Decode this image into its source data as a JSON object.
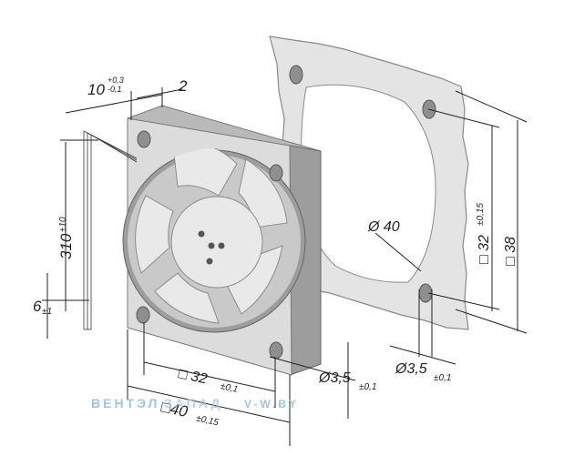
{
  "colors": {
    "gasket": "#e4e4e4",
    "gasket_edge": "#8a8a8a",
    "fan_frame": "#dcdcdc",
    "fan_side": "#b9b9b9",
    "fan_dark": "#9d9d9d",
    "blade": "#e9e9e9",
    "hole": "#8f8f8f",
    "watermark": "#9fc4e6"
  },
  "icons": {
    "fan": "axial-fan-icon",
    "gasket": "mounting-gasket-icon"
  },
  "dimensions": {
    "depth": {
      "value": "10",
      "tol_upper": "+0,3",
      "tol_lower": "-0,1"
    },
    "offset": {
      "value": "2"
    },
    "cable_length": {
      "value": "310",
      "tol": "±10"
    },
    "strip_length": {
      "value": "6",
      "tol": "±1"
    },
    "hole_pitch_fan": {
      "value": "□ 32",
      "tol": "±0,1"
    },
    "fan_size": {
      "value": "□40",
      "tol": "±0,15"
    },
    "hole_fan": {
      "value": "Ø3,5",
      "tol": "±0,1"
    },
    "hole_gasket": {
      "value": "Ø3,5",
      "tol": "±0,1"
    },
    "gasket_opening": {
      "value": "Ø 40"
    },
    "hole_pitch_gasket": {
      "value": "□ 32",
      "tol": "±0,15"
    },
    "gasket_size": {
      "value": "□ 38"
    }
  },
  "watermark": {
    "left": "ВЕНТЭЛ",
    "middle": "ЗАПАД",
    "right": "V-W.BY"
  }
}
